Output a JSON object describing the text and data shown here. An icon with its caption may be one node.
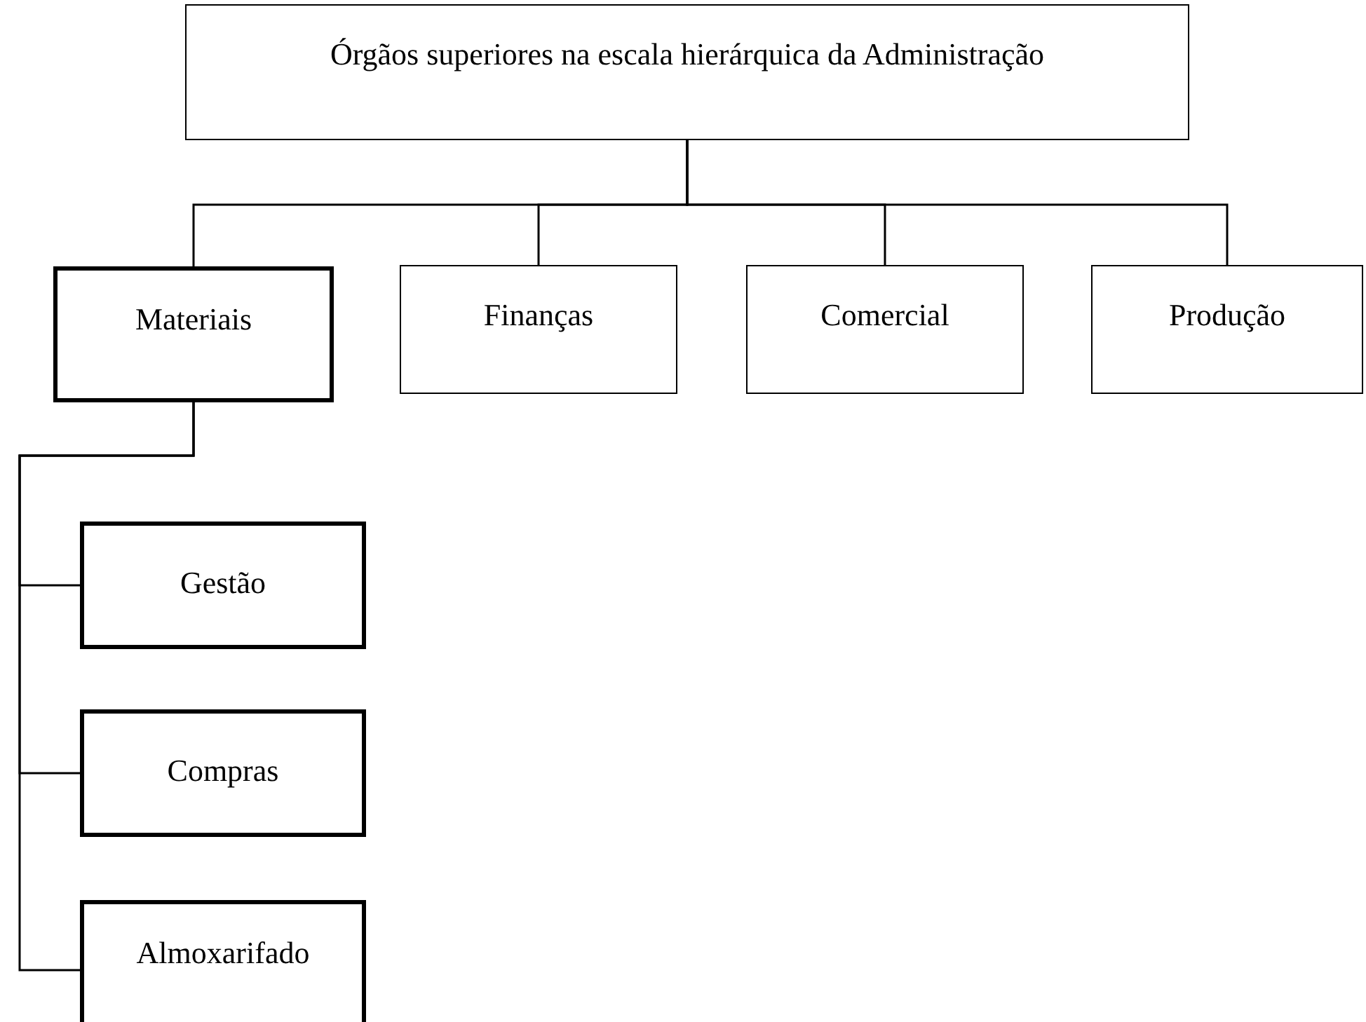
{
  "diagram": {
    "nodes": [
      {
        "text": [
          "Órgãos superiores na escala hierárquica da Administração"
        ]
      },
      {
        "text": [
          "Materiais"
        ]
      },
      {
        "text": [
          "Finanças"
        ]
      },
      {
        "text": [
          "Comercial"
        ]
      },
      {
        "text": [
          "Produção"
        ]
      },
      {
        "text": [
          "Gestão"
        ]
      },
      {
        "text": [
          "Compras"
        ]
      },
      {
        "text": [
          "Almoxarifado"
        ]
      }
    ],
    "edges": [
      {
        "from": 0,
        "to": 1,
        "arrow": "none"
      },
      {
        "from": 0,
        "to": 2,
        "arrow": "none"
      },
      {
        "from": 0,
        "to": 3,
        "arrow": "none"
      },
      {
        "from": 0,
        "to": 4,
        "arrow": "none"
      },
      {
        "from": 1,
        "to": 5,
        "arrow": "none"
      },
      {
        "from": 1,
        "to": 6,
        "arrow": "none"
      },
      {
        "from": 1,
        "to": 7,
        "arrow": "none"
      }
    ]
  }
}
